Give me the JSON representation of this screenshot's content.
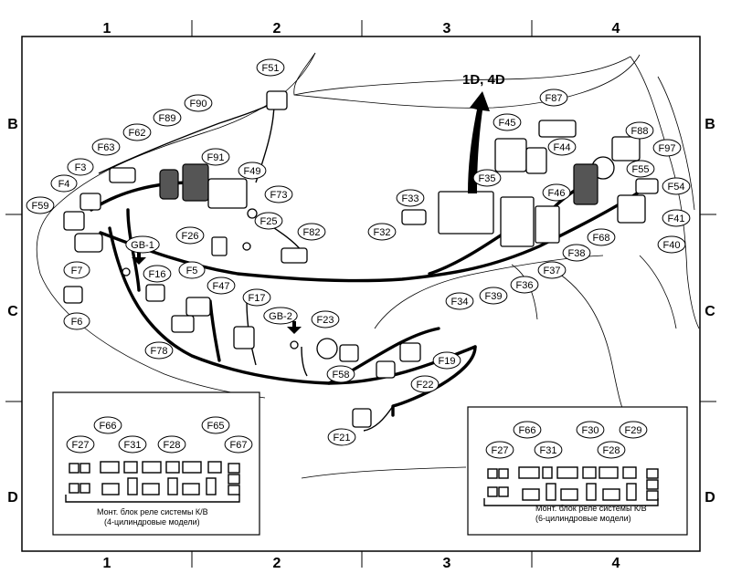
{
  "frame": {
    "columns": [
      "1",
      "2",
      "3",
      "4"
    ],
    "rows": [
      "B",
      "C",
      "D"
    ]
  },
  "direction_label": "1D, 4D",
  "labels": {
    "F51": "F51",
    "F90": "F90",
    "F89": "F89",
    "F62": "F62",
    "F63": "F63",
    "F91": "F91",
    "F49": "F49",
    "F3": "F3",
    "F4": "F4",
    "F59": "F59",
    "F73": "F73",
    "F25": "F25",
    "F26": "F26",
    "F82": "F82",
    "GB-1": "GB-1",
    "F7": "F7",
    "F6": "F6",
    "F16": "F16",
    "F5": "F5",
    "F47": "F47",
    "F17": "F17",
    "F78": "F78",
    "GB-2": "GB-2",
    "F23": "F23",
    "F58": "F58",
    "F19": "F19",
    "F22": "F22",
    "F21": "F21",
    "F33": "F33",
    "F32": "F32",
    "F35": "F35",
    "F34": "F34",
    "F39": "F39",
    "F36": "F36",
    "F37": "F37",
    "F38": "F38",
    "F68": "F68",
    "F45": "F45",
    "F87": "F87",
    "F44": "F44",
    "F88": "F88",
    "F97": "F97",
    "F55": "F55",
    "F46": "F46",
    "F54": "F54",
    "F41": "F41",
    "F40": "F40"
  },
  "inset_left": {
    "labels": [
      "F66",
      "F27",
      "F31",
      "F28",
      "F65",
      "F67"
    ],
    "caption_line1": "Монт. блок реле системы К/В",
    "caption_line2": "(4-цилиндровые модели)"
  },
  "inset_right": {
    "labels": [
      "F66",
      "F30",
      "F29",
      "F27",
      "F31",
      "F28"
    ],
    "caption_line1": "Монт. блок реле системы К/В",
    "caption_line2": "(6-цилиндровые модели)"
  }
}
